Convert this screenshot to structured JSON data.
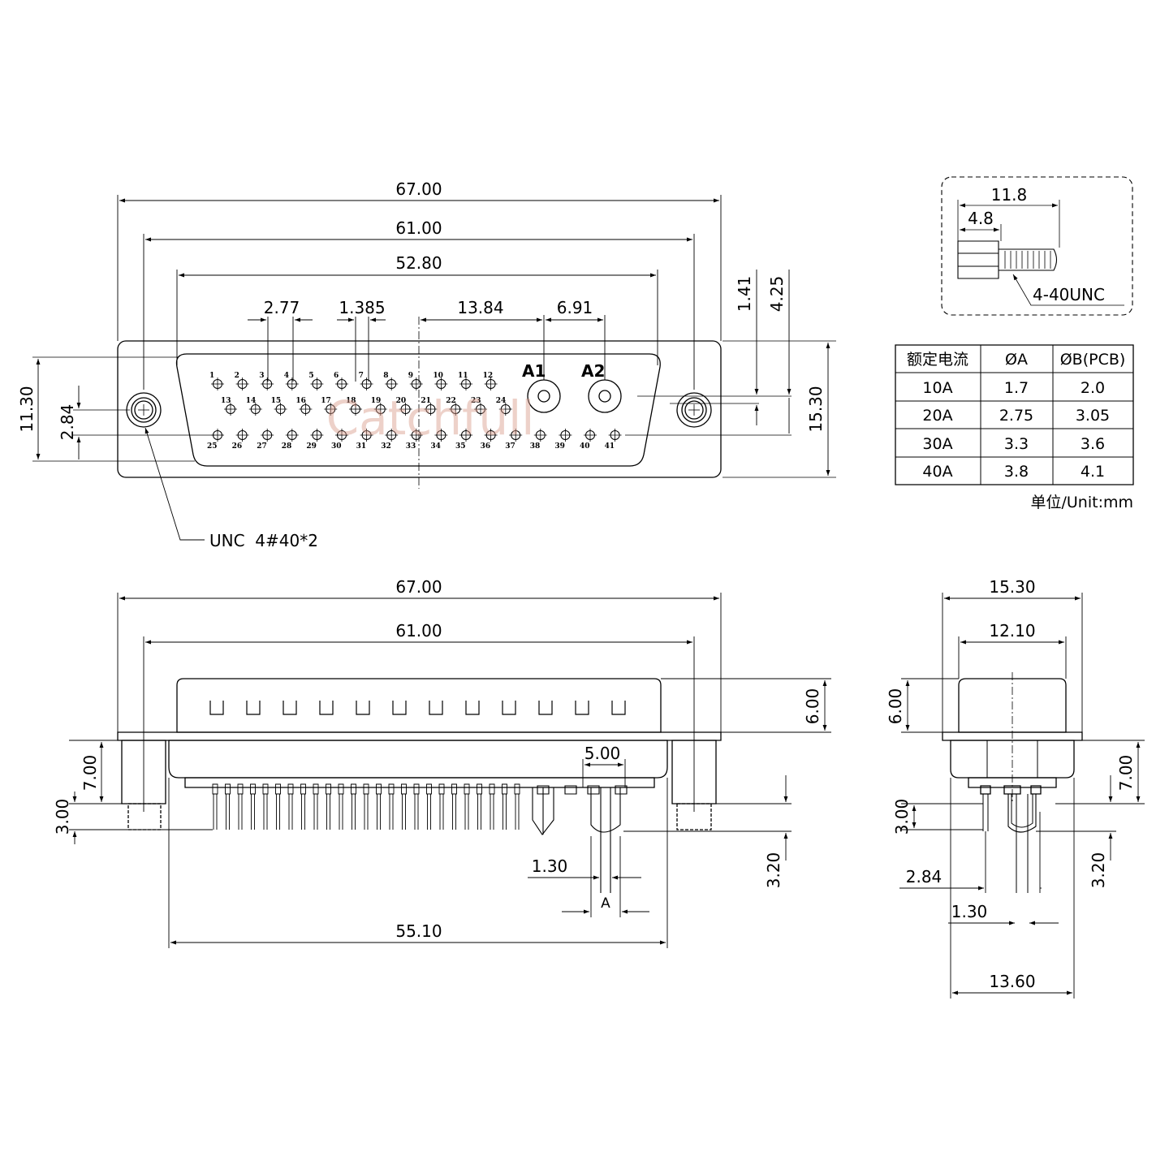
{
  "front_view": {
    "dimensions": {
      "overall_width": "67.00",
      "mount_hole_pitch": "61.00",
      "shell_width": "52.80",
      "pin_pitch": "2.77",
      "pin_offset": "1.385",
      "center_to_a1": "13.84",
      "a1_to_a2": "6.91",
      "overall_height": "15.30",
      "shell_height": "11.30",
      "hole_offset": "2.84",
      "top_offset_1": "1.41",
      "top_offset_2": "4.25"
    },
    "mount_thread_note": "UNC  4#40*2",
    "pin_labels": {
      "row1": [
        "1",
        "2",
        "3",
        "4",
        "5",
        "6",
        "7",
        "8",
        "9",
        "10",
        "11",
        "12"
      ],
      "row2": [
        "13",
        "14",
        "15",
        "16",
        "17",
        "18",
        "19",
        "20",
        "21",
        "22",
        "23",
        "24"
      ],
      "row3": [
        "25",
        "26",
        "27",
        "28",
        "29",
        "30",
        "31",
        "32",
        "33",
        "34",
        "35",
        "36",
        "37",
        "38",
        "39",
        "40",
        "41"
      ],
      "power": [
        "A1",
        "A2"
      ]
    },
    "watermark": "Catchfull"
  },
  "screw_detail": {
    "total_length": "11.8",
    "head_length": "4.8",
    "thread_note": "4-40UNC"
  },
  "current_table": {
    "headers": [
      "额定电流",
      "ØA",
      "ØB(PCB)"
    ],
    "rows": [
      [
        "10A",
        "1.7",
        "2.0"
      ],
      [
        "20A",
        "2.75",
        "3.05"
      ],
      [
        "30A",
        "3.3",
        "3.6"
      ],
      [
        "40A",
        "3.8",
        "4.1"
      ]
    ],
    "unit_note": "单位/Unit:mm"
  },
  "side_view": {
    "dimensions": {
      "overall_width": "67.00",
      "mount_hole_pitch": "61.00",
      "shell_height": "6.00",
      "body_height": "7.00",
      "pin_length": "3.00",
      "power_pin_pitch": "5.00",
      "pin_width": "1.30",
      "power_pin_length": "3.20",
      "pcb_pin_span": "55.10",
      "hole_label": "A"
    }
  },
  "end_view": {
    "dimensions": {
      "flange_width": "15.30",
      "shell_width": "12.10",
      "shell_height": "6.00",
      "body_height": "7.00",
      "pin_length": "3.00",
      "power_pin_length": "3.20",
      "row_offset": "2.84",
      "pin_width": "1.30",
      "foot_width": "13.60"
    }
  }
}
